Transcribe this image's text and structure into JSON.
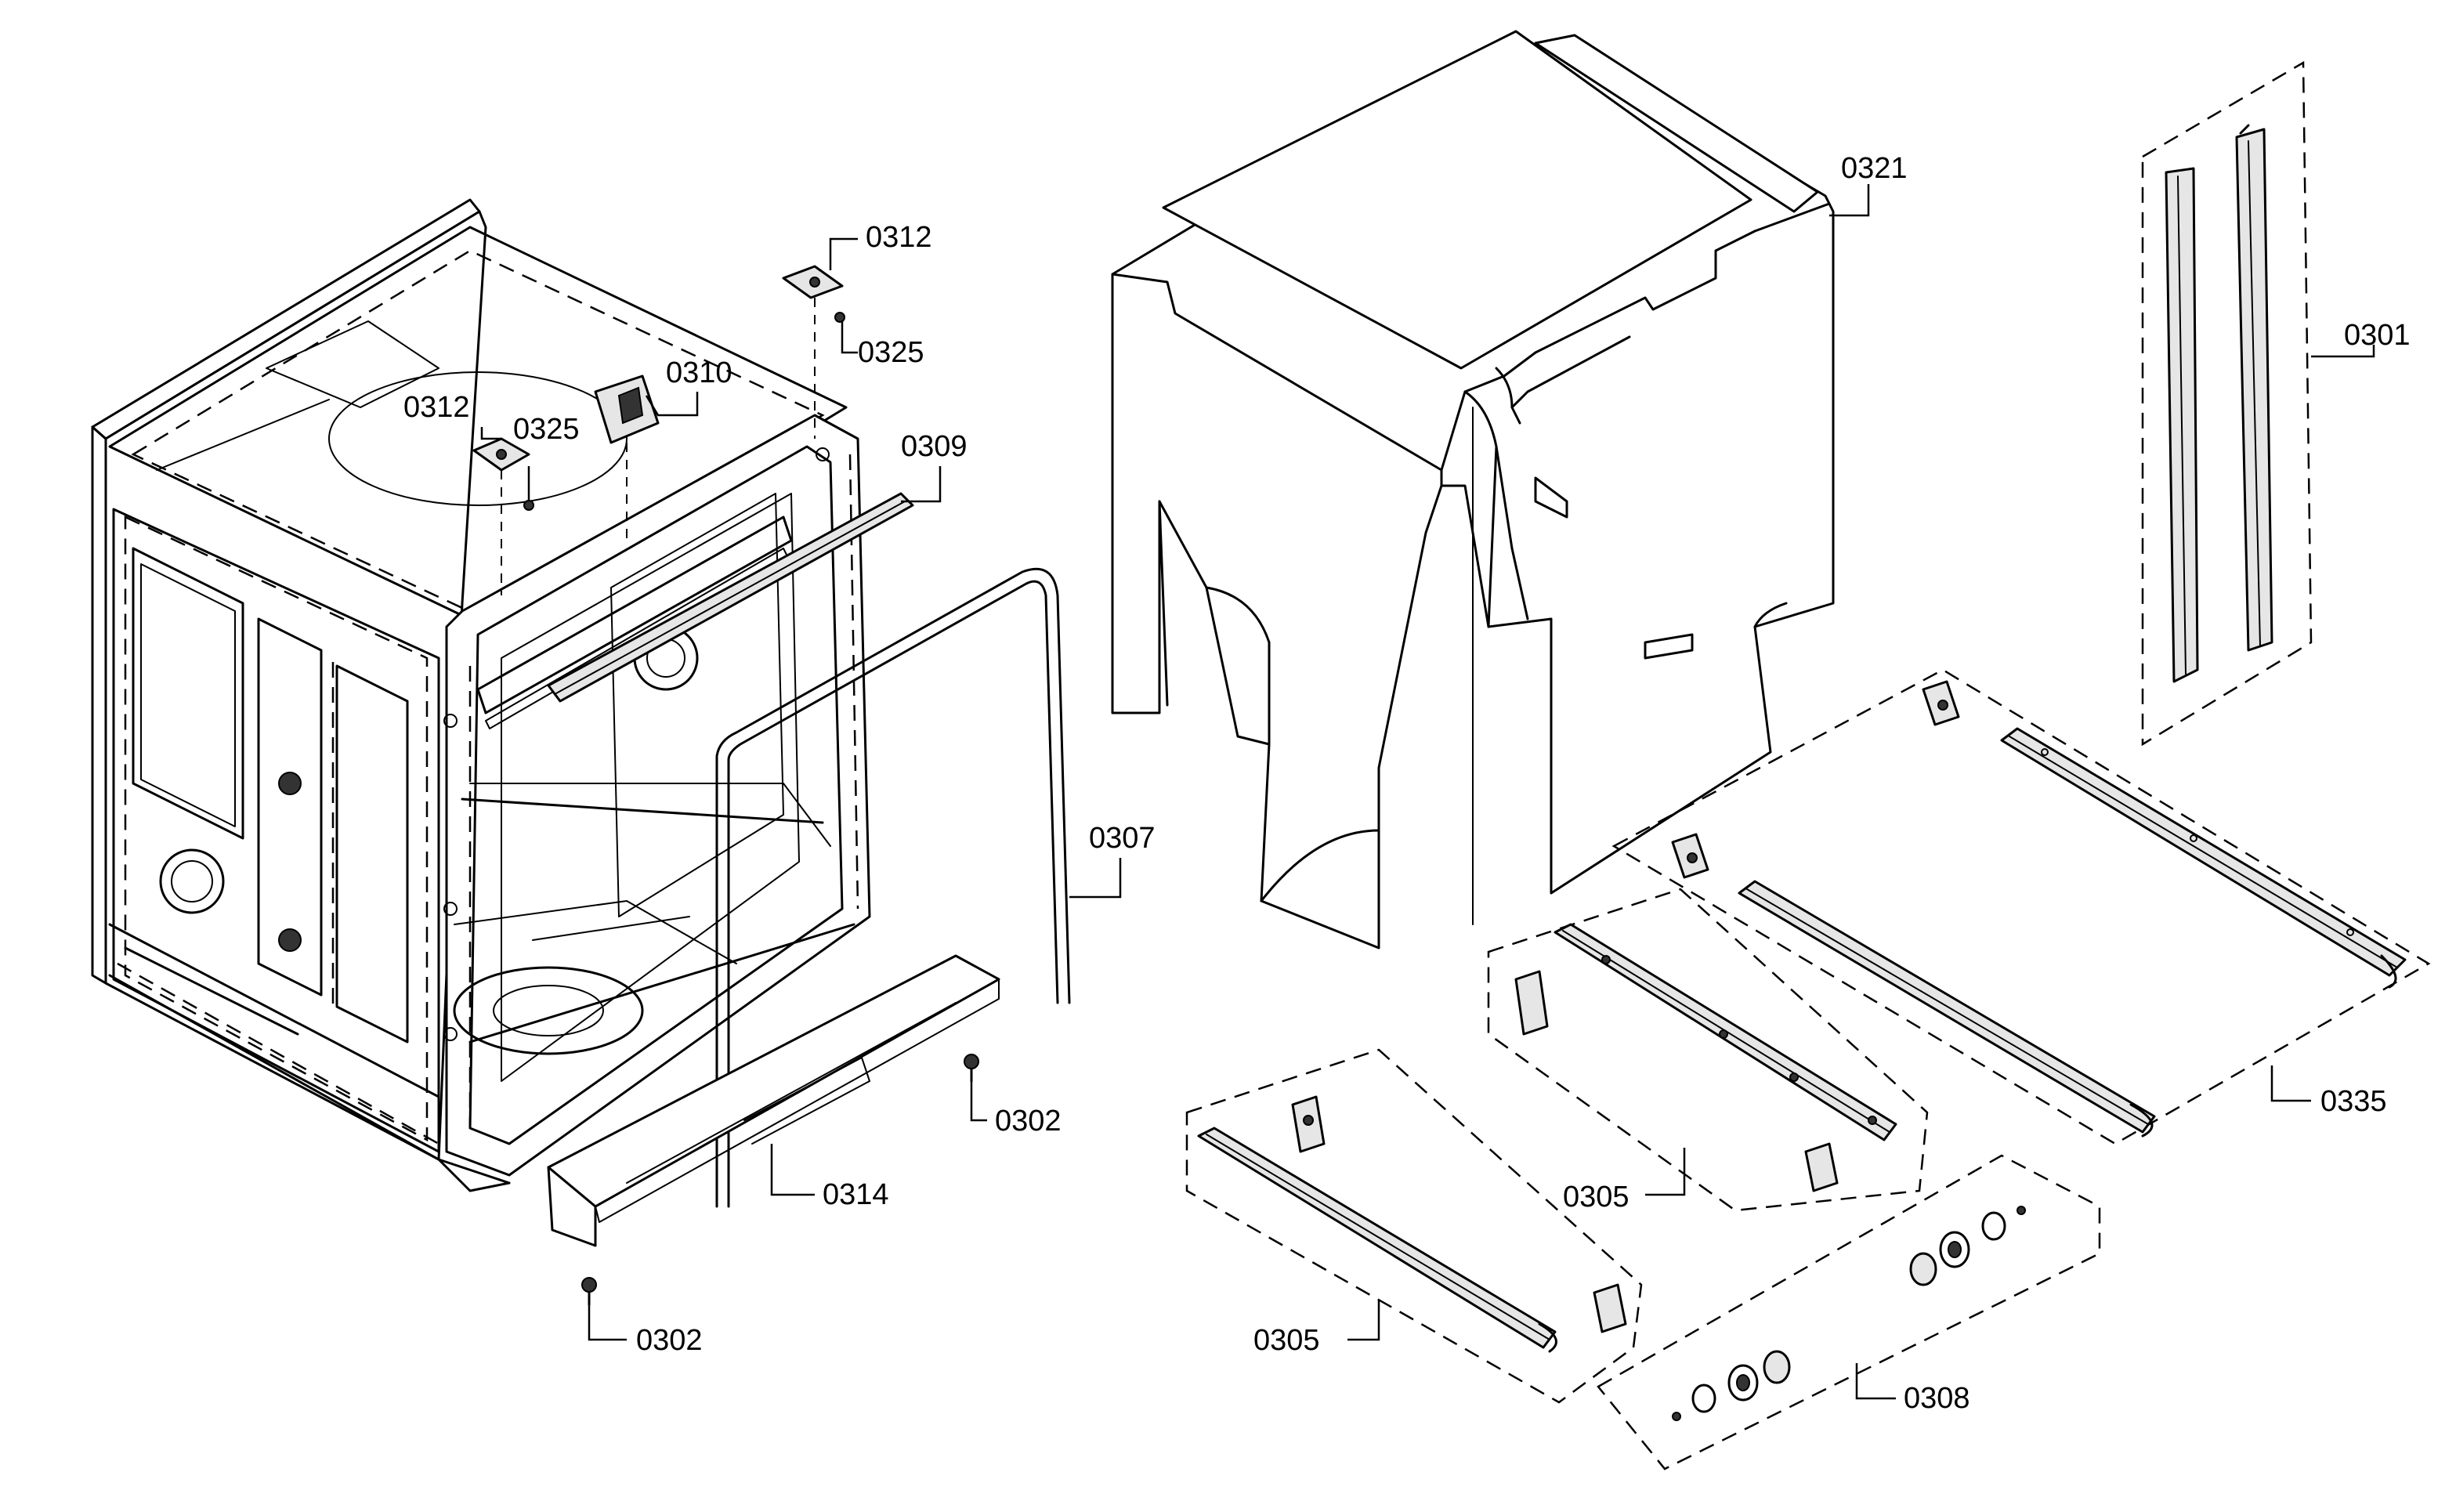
{
  "labels": {
    "l0312a": "0312",
    "l0312b": "0312",
    "l0325a": "0325",
    "l0325b": "0325",
    "l0310": "0310",
    "l0309": "0309",
    "l0307": "0307",
    "l0302a": "0302",
    "l0302b": "0302",
    "l0314": "0314",
    "l0321": "0321",
    "l0301": "0301",
    "l0335": "0335",
    "l0305a": "0305",
    "l0305b": "0305",
    "l0308": "0308"
  }
}
